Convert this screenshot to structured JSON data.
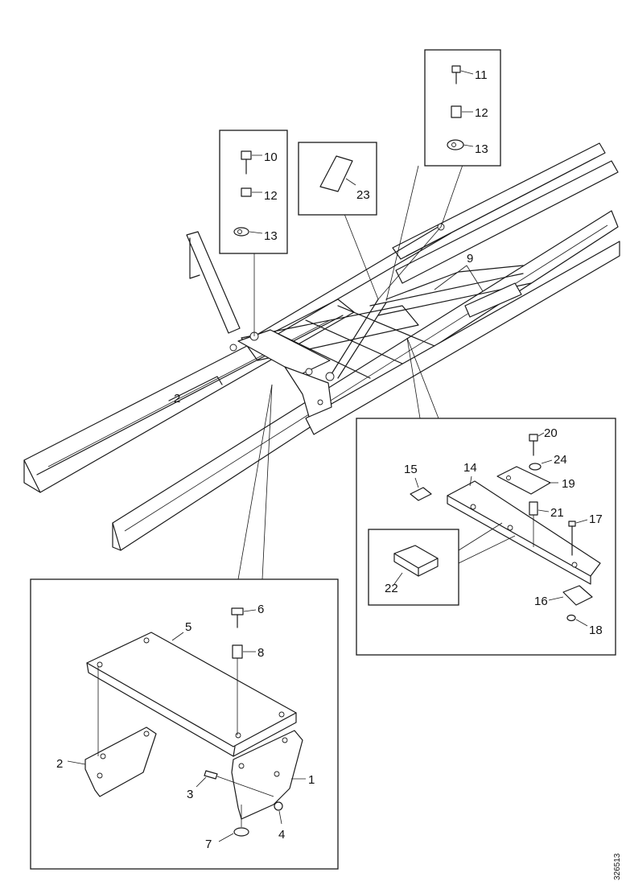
{
  "document_ref": "326513",
  "callouts": {
    "c1": "1",
    "c2": "2",
    "c2b": "2",
    "c3": "3",
    "c4": "4",
    "c5": "5",
    "c6": "6",
    "c7": "7",
    "c8": "8",
    "c9": "9",
    "c10": "10",
    "c11": "11",
    "c12a": "12",
    "c12b": "12",
    "c13a": "13",
    "c13b": "13",
    "c14": "14",
    "c15": "15",
    "c16": "16",
    "c17": "17",
    "c18": "18",
    "c19": "19",
    "c20": "20",
    "c21": "21",
    "c22": "22",
    "c23": "23",
    "c24": "24"
  }
}
